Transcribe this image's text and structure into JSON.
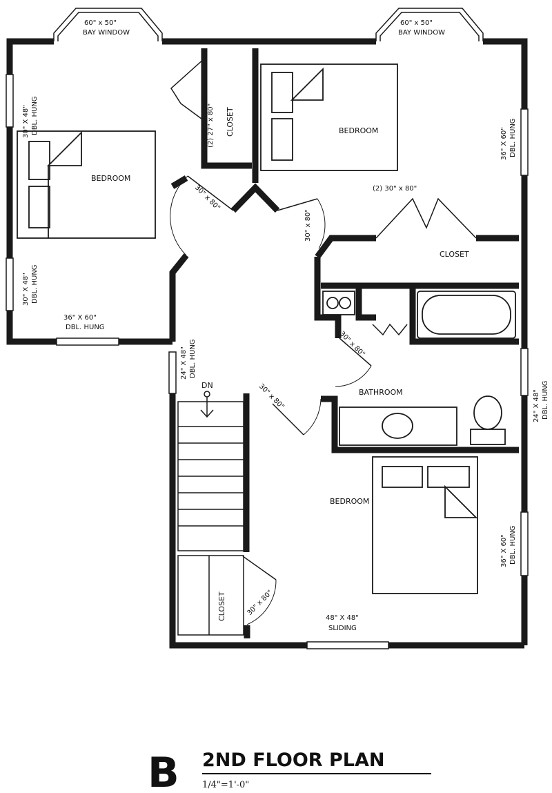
{
  "title": {
    "letter": "B",
    "main": "2ND FLOOR PLAN",
    "scale": "1/4\"=1'-0\""
  },
  "rooms": {
    "bedroom_nw": "BEDROOM",
    "bedroom_n": "BEDROOM",
    "bedroom_se": "BEDROOM",
    "bathroom": "BATHROOM",
    "closet_hall": "CLOSET",
    "closet_north": "CLOSET",
    "closet_stair": "CLOSET"
  },
  "windows": {
    "bay_left_size": "60\" x 50\"",
    "bay_left_type": "BAY WINDOW",
    "bay_right_size": "60\" x 50\"",
    "bay_right_type": "BAY WINDOW",
    "west_upper_size": "30\" X 48\"",
    "west_upper_type": "DBL. HUNG",
    "west_lower_size": "30\" X 48\"",
    "west_lower_type": "DBL. HUNG",
    "south_nw_size": "36\" X 60\"",
    "south_nw_type": "DBL. HUNG",
    "hall_west_size": "24\" X 48\"",
    "hall_west_type": "DBL. HUNG",
    "east_upper_size": "36\" X 60\"",
    "east_upper_type": "DBL. HUNG",
    "east_bath_size": "24\" X 48\"",
    "east_bath_type": "DBL. HUNG",
    "east_lower_size": "36\" X 60\"",
    "east_lower_type": "DBL. HUNG",
    "slider_size": "48\" X 48\"",
    "slider_type": "SLIDING"
  },
  "doors": {
    "closet_north_doors": "(2) 27\" x 80\"",
    "closet_hall_doors": "(2) 30\" x 80\"",
    "bedroom_nw_door": "30\" x 80\"",
    "bedroom_n_door": "30\" x 80\"",
    "bath_linen_door": "30\" x 80\"",
    "bathroom_door": "30\" x 80\"",
    "closet_stair_door": "30\" x 80\""
  },
  "stair": {
    "direction": "DN"
  }
}
